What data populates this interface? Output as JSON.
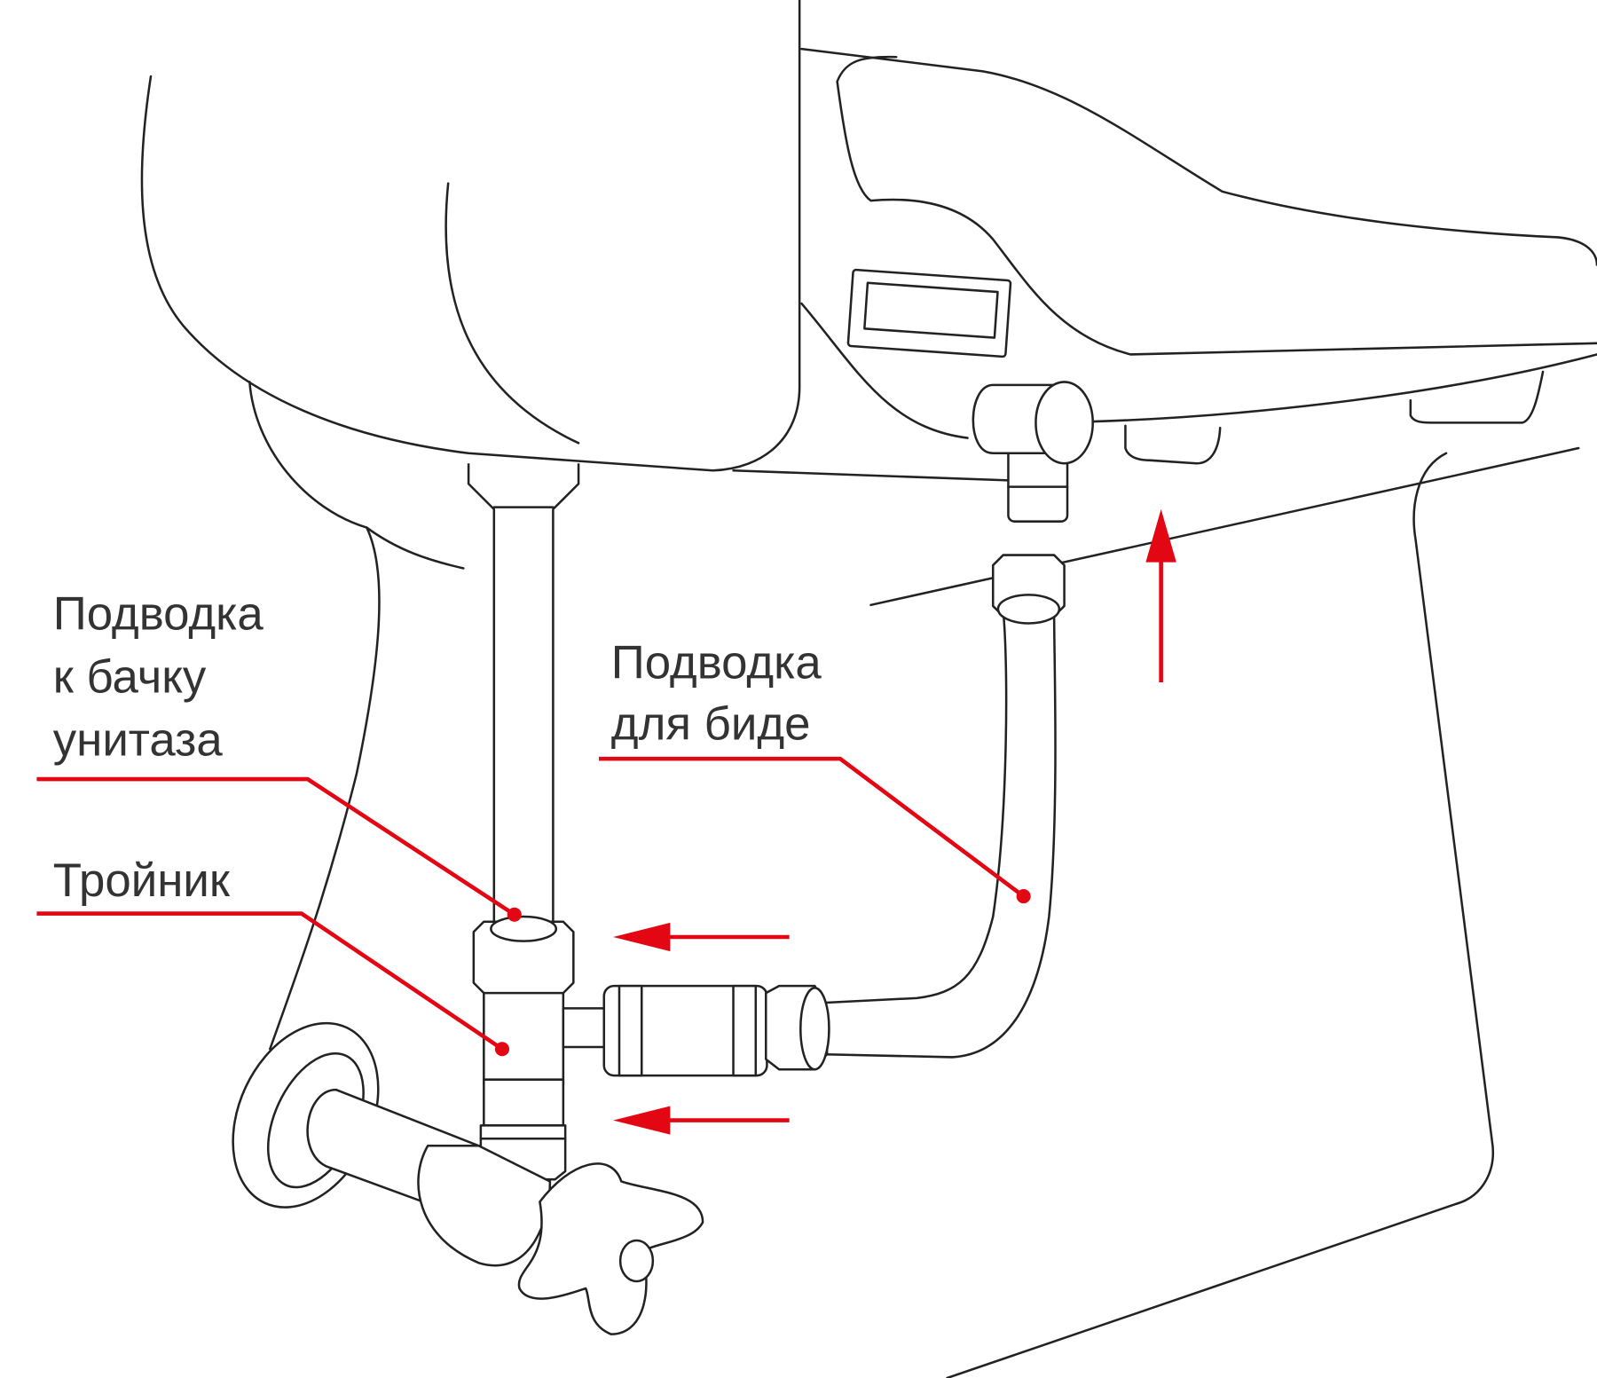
{
  "labels": {
    "tank_supply": [
      "Подводка",
      "к бачку",
      "унитаза"
    ],
    "tee": "Тройник",
    "bidet_supply": [
      "Подводка",
      "для биде"
    ]
  },
  "colors": {
    "accent": "#e30613",
    "line": "#222222",
    "text": "#333333"
  }
}
